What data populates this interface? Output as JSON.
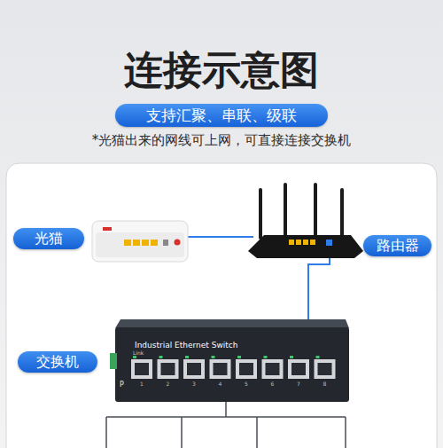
{
  "diagram": {
    "title": "连接示意图",
    "nodes": [
      {
        "text": [
          "支持汇聚、串联、级联"
        ]
      },
      {
        "text": [
          "光猫"
        ]
      },
      {
        "text": [
          "路由器"
        ]
      },
      {
        "text": [
          "交换机"
        ]
      },
      {
        "text": [
          "Industrial Ethernet Switch"
        ]
      }
    ],
    "labels": [
      "*光猫出来的网线可上网，可直接连接交换机",
      "Link",
      "P",
      "1",
      "2",
      "3",
      "4",
      "5",
      "6",
      "7",
      "8"
    ]
  }
}
